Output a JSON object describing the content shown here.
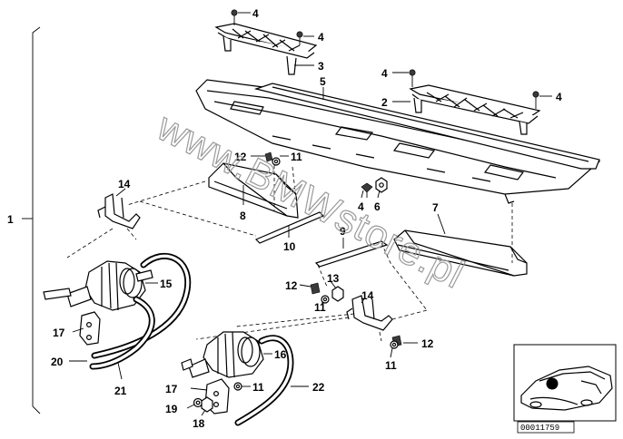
{
  "diagram": {
    "callouts": {
      "c1": "1",
      "c2": "2",
      "c3": "3",
      "c4a": "4",
      "c4b": "4",
      "c4c": "4",
      "c4d": "4",
      "c4e": "4",
      "c5": "5",
      "c6": "6",
      "c7": "7",
      "c8": "8",
      "c9": "9",
      "c10": "10",
      "c11a": "11",
      "c11b": "11",
      "c11c": "11",
      "c11d": "11",
      "c12a": "12",
      "c12b": "12",
      "c12c": "12",
      "c13": "13",
      "c14a": "14",
      "c14b": "14",
      "c15": "15",
      "c16": "16",
      "c17a": "17",
      "c17b": "17",
      "c18": "18",
      "c19": "19",
      "c20": "20",
      "c21": "21",
      "c22": "22"
    },
    "watermark": "www.BMWstore.pl",
    "reference_code": "00011759"
  }
}
